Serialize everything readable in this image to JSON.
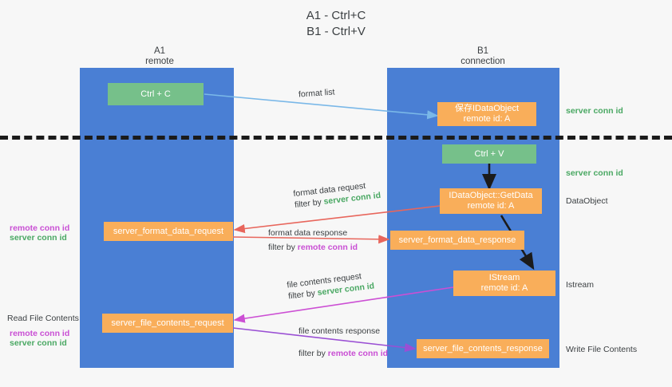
{
  "title": {
    "line1": "A1 - Ctrl+C",
    "line2": "B1 - Ctrl+V"
  },
  "columns": [
    {
      "name": "A1",
      "sub": "remote"
    },
    {
      "name": "B1",
      "sub": "connection"
    }
  ],
  "nodes": [
    {
      "id": "ctrl-c",
      "line1": "Ctrl + C",
      "line2": "",
      "color": "green"
    },
    {
      "id": "save-idataobject",
      "line1": "保存IDataObject",
      "line2": "remote id: A",
      "color": "orange"
    },
    {
      "id": "ctrl-v",
      "line1": "Ctrl + V",
      "line2": "",
      "color": "green"
    },
    {
      "id": "getdata",
      "line1": "IDataObject::GetData",
      "line2": "remote id: A",
      "color": "orange"
    },
    {
      "id": "server-format-data-request",
      "line1": "server_format_data_request",
      "line2": "",
      "color": "orange"
    },
    {
      "id": "server-format-data-response",
      "line1": "server_format_data_response",
      "line2": "",
      "color": "orange"
    },
    {
      "id": "istream",
      "line1": "IStream",
      "line2": "remote id: A",
      "color": "orange"
    },
    {
      "id": "server-file-contents-request",
      "line1": "server_file_contents_request",
      "line2": "",
      "color": "orange"
    },
    {
      "id": "server-file-contents-response",
      "line1": "server_file_contents_response",
      "line2": "",
      "color": "orange"
    }
  ],
  "edge_labels": [
    {
      "id": "format-list",
      "top": "format list",
      "bottom_prefix": "",
      "bottom_key": ""
    },
    {
      "id": "format-data-request",
      "top": "format data request",
      "bottom_prefix": "filter by ",
      "bottom_key": "server conn id",
      "key_kind": "server"
    },
    {
      "id": "format-data-response",
      "top": "format data response",
      "bottom_prefix": "filter by ",
      "bottom_key": "remote conn id",
      "key_kind": "remote"
    },
    {
      "id": "file-contents-request",
      "top": "file contents request",
      "bottom_prefix": "filter by ",
      "bottom_key": "server conn id",
      "key_kind": "server"
    },
    {
      "id": "file-contents-response",
      "top": "file contents response",
      "bottom_prefix": "filter by ",
      "bottom_key": "remote conn id",
      "key_kind": "remote"
    }
  ],
  "right_labels": [
    {
      "id": "server-conn-id-1",
      "text": "server conn id",
      "kind": "green"
    },
    {
      "id": "server-conn-id-2",
      "text": "server conn id",
      "kind": "green"
    },
    {
      "id": "dataobject",
      "text": "DataObject",
      "kind": "plain"
    },
    {
      "id": "istream",
      "text": "Istream",
      "kind": "plain"
    },
    {
      "id": "write-file-contents",
      "text": "Write File Contents",
      "kind": "plain"
    }
  ],
  "left_labels": [
    {
      "id": "remote-conn-id-1",
      "text": "remote conn id",
      "kind": "remote"
    },
    {
      "id": "server-conn-id-1",
      "text": "server conn id",
      "kind": "green"
    },
    {
      "id": "read-file-contents",
      "text": "Read File Contents",
      "kind": "plain"
    },
    {
      "id": "remote-conn-id-2",
      "text": "remote conn id",
      "kind": "remote"
    },
    {
      "id": "server-conn-id-2",
      "text": "server conn id",
      "kind": "green"
    }
  ],
  "colors": {
    "lane": "#4a7fd4",
    "green_node": "#76c08a",
    "orange_node": "#f9ae5a",
    "arrow_blue": "#7ab8e8",
    "arrow_red": "#e8665c",
    "arrow_magenta": "#cc4fd4",
    "arrow_purple": "#9a4fd4",
    "arrow_black": "#1b1b1b",
    "key_green": "#4aa863",
    "key_magenta": "#c94fd4",
    "background": "#f7f7f7"
  }
}
